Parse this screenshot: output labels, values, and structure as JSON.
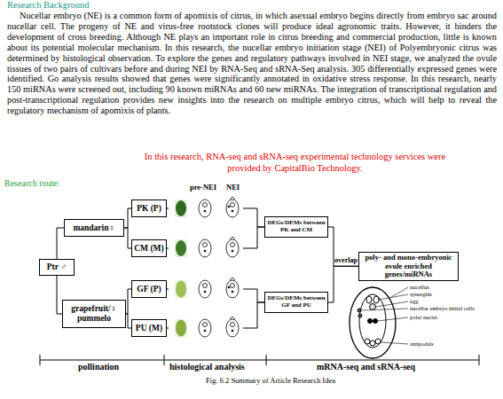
{
  "diagram": {
    "title": "Research Background",
    "caption": "Fig. 6.2 Summary of Article Research Idea",
    "nodes": [
      {
        "text": [
          "Ptr ♂"
        ]
      },
      {
        "text": [
          "mandarin♀"
        ]
      },
      {
        "text": [
          "grapefruit/♀ pummelo"
        ]
      },
      {
        "text": [
          "PK (P)"
        ]
      },
      {
        "text": [
          "CM (M)"
        ]
      },
      {
        "text": [
          "GF (P)"
        ]
      },
      {
        "text": [
          "PU (M)"
        ]
      },
      {
        "text": [
          "DEGs/DEMs between PK and CM"
        ]
      },
      {
        "text": [
          "DEGs/DEMs between GF and PU"
        ]
      },
      {
        "text": [
          "poly- and mono-embryonic ovule enriched genes/miRNAs"
        ]
      }
    ],
    "edges": [
      {
        "from": 0,
        "to": 1,
        "arrow": "none"
      },
      {
        "from": 0,
        "to": 2,
        "arrow": "none"
      },
      {
        "from": 1,
        "to": 3,
        "arrow": "none"
      },
      {
        "from": 1,
        "to": 4,
        "arrow": "none"
      },
      {
        "from": 2,
        "to": 5,
        "arrow": "none"
      },
      {
        "from": 2,
        "to": 6,
        "arrow": "none"
      },
      {
        "from": 3,
        "to": 7,
        "arrow": "none"
      },
      {
        "from": 4,
        "to": 7,
        "arrow": "none"
      },
      {
        "from": 5,
        "to": 8,
        "arrow": "none"
      },
      {
        "from": 6,
        "to": 8,
        "arrow": "none"
      },
      {
        "from": 7,
        "to": 9,
        "label": "overlap",
        "arrow": "none"
      },
      {
        "from": 8,
        "to": 9,
        "arrow": "none"
      }
    ],
    "labels": [
      "Nucellar embryo (NE) is a common form of apomixis of citrus, in which asexual embryo begins directly from embryo sac around nucellar cell. The progeny of NE and virus-free rootstock clones will produce ideal agronomic traits. However, it hinders the development of cross breeding. Although NE plays an important role in citrus breeding and commercial production, little is known about its potential molecular mechanism. In this research, the nucellar embryo initiation stage (NEI) of Polyembryonic citrus was determined by histological observation. To explore the genes and regulatory pathways involved in NEI stage, we analyzed the ovule tissues of two pairs of cultivars before and during NEI by RNA-Seq and sRNA-Seq analysis. 305 differentially expressed genes were identified. Go analysis results showed that genes were significantly annotated in oxidative stress response. In this research, nearly 150 miRNAs were screened out, including 90 known miRNAs and 60 new miRNAs. The integration of transcriptional regulation and post-transcriptional regulation provides new insights into the research on multiple embryo citrus, which will help to reveal the regulatory mechanism of apomixis of plants.",
      "In this research, RNA-seq and sRNA-seq experimental technology services were provided by CapitalBio Technology.",
      "Research route:",
      "pre-NEI",
      "NEI",
      "nucellus",
      "synergids",
      "egg",
      "nucellar embryo initial cells",
      "polar nuclei",
      "antipodals",
      "pollination",
      "histological analysis",
      "mRNA-seq and sRNA-seq"
    ]
  }
}
